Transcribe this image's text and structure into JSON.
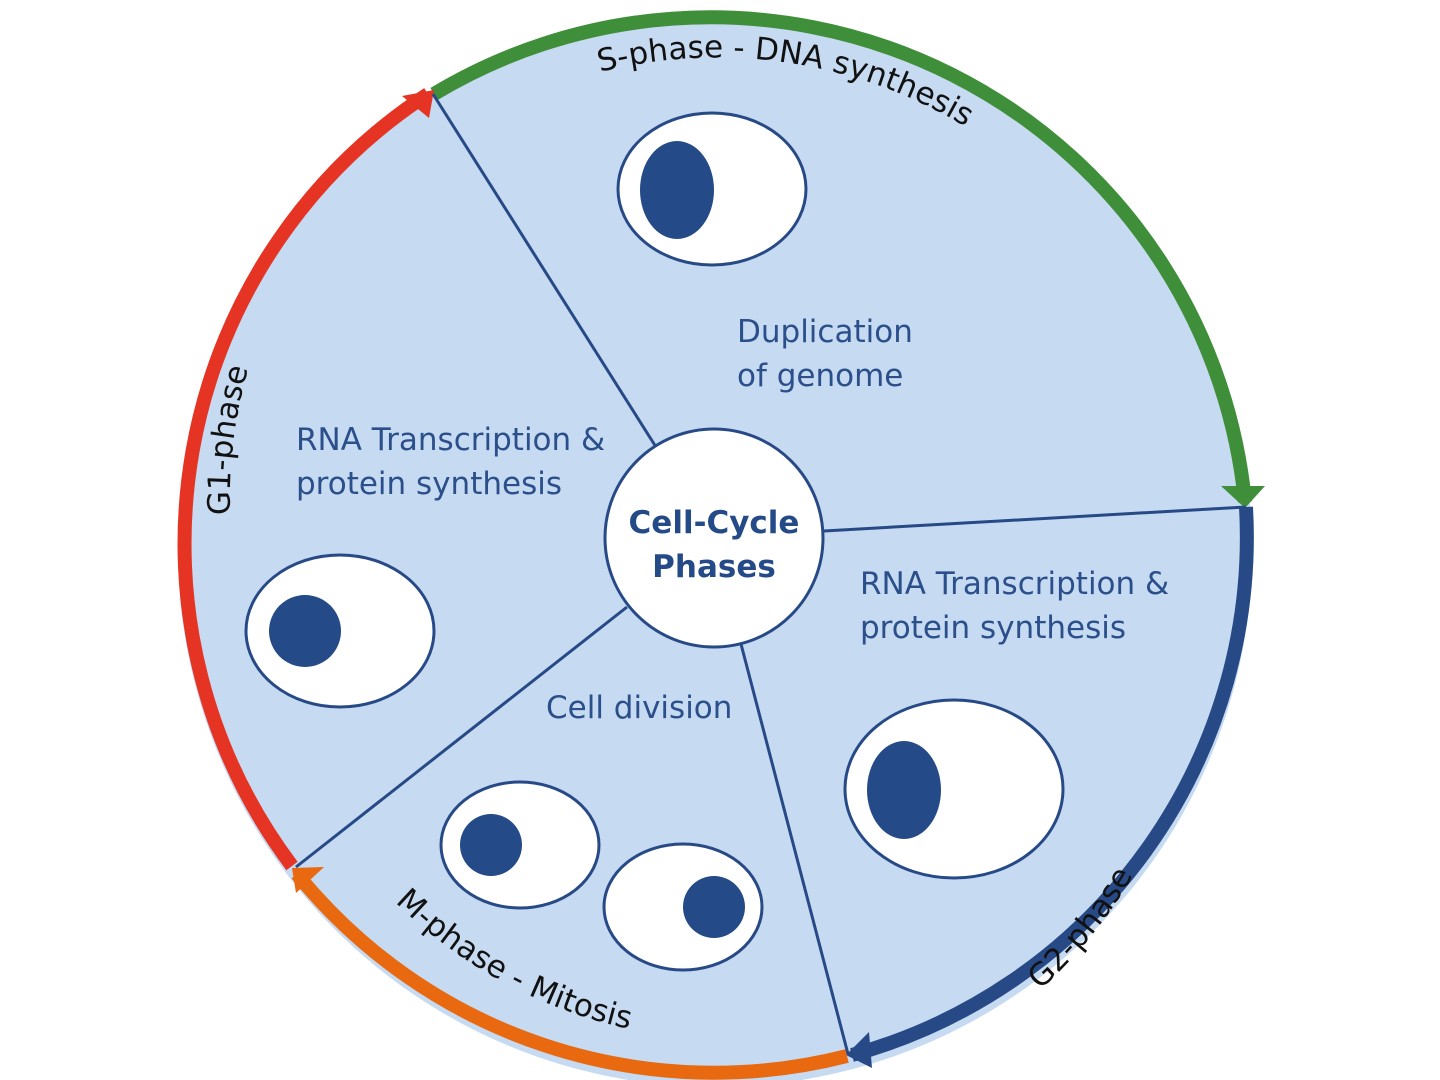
{
  "center_label": {
    "line1": "Cell-Cycle",
    "line2": "Phases"
  },
  "phases": {
    "s": {
      "name": "S-phase - DNA synthesis",
      "description": [
        "Duplication",
        "of genome"
      ],
      "color": "#3f8e39"
    },
    "g2": {
      "name": "G2-phase",
      "description": [
        "RNA Transcription &",
        "protein synthesis"
      ],
      "color": "#274a87"
    },
    "m": {
      "name": "M-phase - Mitosis",
      "description": [
        "Cell division"
      ],
      "color": "#e8690f"
    },
    "g1": {
      "name": "G1-phase",
      "description": [
        "RNA Transcription &",
        "protein synthesis"
      ],
      "color": "#e53424"
    }
  },
  "colors": {
    "disc_fill": "#c6daf1",
    "line": "#274a87",
    "nucleus": "#244a87",
    "cell_fill": "#ffffff"
  }
}
